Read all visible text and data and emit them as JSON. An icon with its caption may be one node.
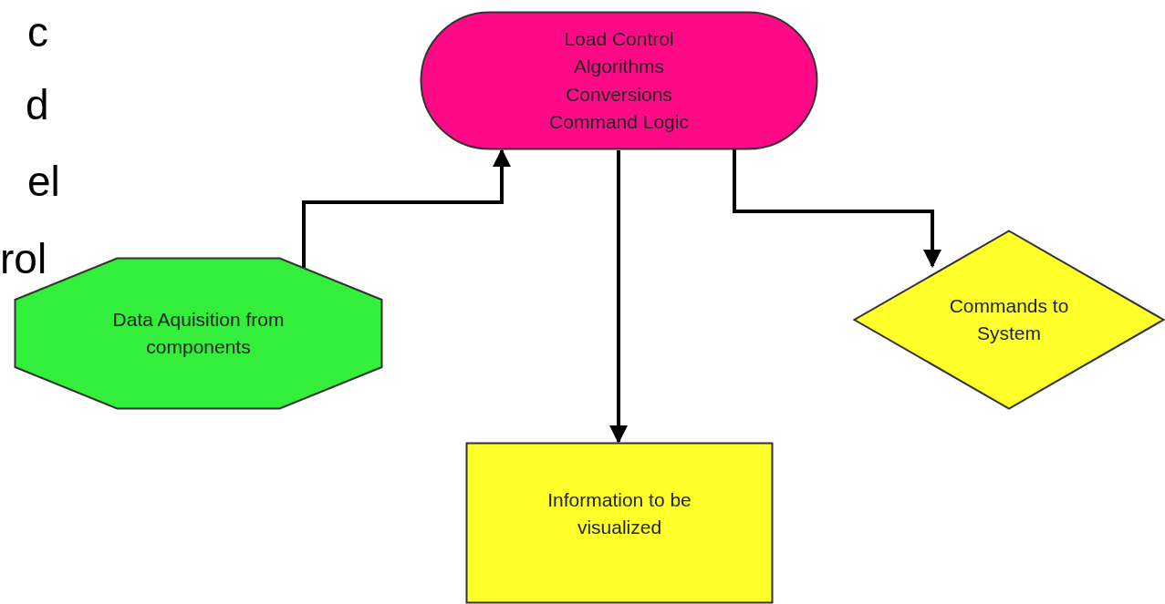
{
  "diagram": {
    "nodes": [
      {
        "text": [
          "Load Control Algorithms Conversions Command Logic"
        ]
      },
      {
        "text": [
          "Data Aquisition from components"
        ]
      },
      {
        "text": [
          "Commands to System"
        ]
      },
      {
        "text": [
          "Information to be visualized"
        ]
      }
    ],
    "edges": [
      {
        "from": 1,
        "to": 0,
        "arrow": "to"
      },
      {
        "from": 0,
        "to": 3,
        "arrow": "to"
      },
      {
        "from": 0,
        "to": 2,
        "arrow": "to"
      }
    ],
    "labels": [
      "c",
      "d",
      "el",
      "rol"
    ]
  }
}
